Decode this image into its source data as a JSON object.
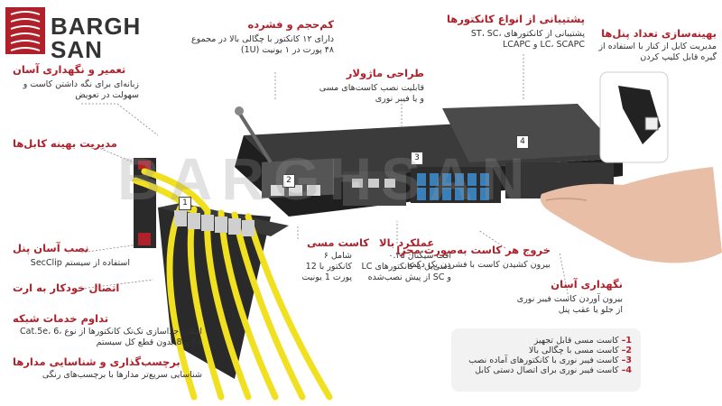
{
  "brand": {
    "line1": "BARGH",
    "line2": "SAN",
    "watermark": "BARGHSAN"
  },
  "features": {
    "compact": {
      "title": "کم‌حجم و فشرده",
      "body": "دارای ۱۲ کانکتور با چگالی بالا در مجموع ۴۸ پورت در ۱ یونیت (1U)"
    },
    "connectors": {
      "title": "پشتیبانی از انواع کانکتورها",
      "body": "پشتیبانی از کانکتورهای ST، SC، LC، SCAPC و LCAPC"
    },
    "panel_count": {
      "title": "بهینه‌سازی تعداد پنل‌ها",
      "body": "مدیریت کابل از کنار با استفاده از گیره قابل کلیپ کردن"
    },
    "repair": {
      "title": "تعمیر و نگهداری آسان",
      "body": "زبانه‌ای برای نگه داشتن کاست و سهولت در تعویض"
    },
    "modular": {
      "title": "طراحی ماژولار",
      "body": "قابلیت نصب کاست‌های مسی و یا فیبر نوری"
    },
    "cable_mgmt": {
      "title": "مدیریت بهینه کابل‌ها"
    },
    "copper_cassette": {
      "title": "کاست مسی",
      "body": "شامل ۶ کانکتور با 12 پورت 1 یونیت"
    },
    "performance": {
      "title": "عملکرد بالا",
      "body": "افت سیگنال ۰.۳۵ دسی‌بل با کانکتورهای LC و SC از پیش نصب‌شده"
    },
    "easy_install": {
      "title": "نصب آسان پنل",
      "body": "استفاده از سیستم SecClip"
    },
    "grounding": {
      "title": "اتصال خودکار به ارت"
    },
    "continuity": {
      "title": "تداوم خدمات شبکه",
      "body": "امکان جداسازی تک‌تک کانکتورها از نوع Cat.5e، 6، 6a و 8 بدون قطع کل سیستم"
    },
    "labeling": {
      "title": "برچسب‌گذاری و شناسایی مدارها",
      "body": "شناسایی سریع‌تر مدارها با برچسب‌های رنگی"
    },
    "separate_exit": {
      "title": "خروج هر کاست به‌صورت مجزا",
      "body": "بیرون کشیدن کاست با فشردن یک دکمه"
    },
    "easy_maintenance": {
      "title": "نگهداری آسان",
      "body": "بیرون آوردن کاست فیبر نوری از جلو یا عقب پنل"
    }
  },
  "callouts": {
    "n1": "1",
    "n2": "2",
    "n3": "3",
    "n4": "4"
  },
  "legend": [
    {
      "num": "1–",
      "text": "کاست مسی قابل تجهیز"
    },
    {
      "num": "2–",
      "text": "کاست مسی با چگالی بالا"
    },
    {
      "num": "3–",
      "text": "کاست فیبر نوری با کانکتورهای آماده نصب"
    },
    {
      "num": "4–",
      "text": "کاست فیبر نوری برای اتصال دستی کابل"
    }
  ],
  "colors": {
    "accent": "#b0202a",
    "cable": "#f0e020",
    "chassis": "#2a2a2a",
    "fiber_port": "#3a7fb8"
  }
}
